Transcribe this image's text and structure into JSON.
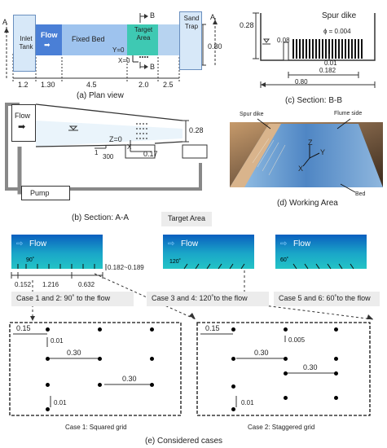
{
  "plan_view": {
    "section_marker": "A",
    "section_marker_b": "B",
    "blocks": {
      "inlet_tank": "Inlet Tank",
      "flow": "Flow",
      "fixed_bed": "Fixed Bed",
      "target_area": "Target Area",
      "sand_trap": "Sand Trap"
    },
    "origin_y": "Y=0",
    "origin_x": "X=0",
    "width": "0.80",
    "lengths": [
      "1.2",
      "1.30",
      "4.5",
      "2.0",
      "2.5"
    ],
    "caption": "(a) Plan view"
  },
  "section_aa": {
    "flow": "Flow",
    "origin_z": "Z=0",
    "slope_num": "1",
    "slope_den": "300",
    "depth": "0.28",
    "pit_depth": "0.17",
    "x_label": "X",
    "pump": "Pump",
    "caption": "(b) Section: A-A"
  },
  "section_bb": {
    "height": "0.28",
    "title": "Spur dike",
    "dike_width": "0.08",
    "diameter": "ɸ = 0.004",
    "spacing": "0.01",
    "length": "0.182",
    "width": "0.80",
    "caption": "(c) Section: B-B"
  },
  "working_area": {
    "spur_dike": "Spur dike",
    "flume_side": "Flume side",
    "axis_z": "Z",
    "axis_y": "Y",
    "axis_x": "X",
    "bed": "Bed",
    "caption": "(d) Working Area"
  },
  "cases": {
    "title": "Target Area",
    "flow": "Flow",
    "angles": [
      "90˚",
      "120˚",
      "60˚"
    ],
    "dim_a": "0.182~0.189",
    "dims_bottom": [
      "0.152",
      "1.216",
      "0.632"
    ],
    "case_labels": [
      "Case 1 and 2: 90˚ to the flow",
      "Case 3 and 4: 120˚to the flow",
      "Case 5 and 6: 60˚to the flow"
    ],
    "grid1": {
      "d1": "0.15",
      "d2": "0.01",
      "d3": "0.30",
      "d4": "0.30",
      "d5": "0.01",
      "caption": "Case 1: Squared grid"
    },
    "grid2": {
      "d1": "0.15",
      "d2": "0.005",
      "d3": "0.30",
      "d4": "0.30",
      "d5": "0.01",
      "caption": "Case 2: Staggered grid"
    },
    "caption": "(e) Considered cases"
  },
  "colors": {
    "flow_blue": "#4a7fd6",
    "bed_blue": "#9ec3ee",
    "target_teal": "#3ec9b3",
    "sand_trap": "#d7e8f8"
  }
}
